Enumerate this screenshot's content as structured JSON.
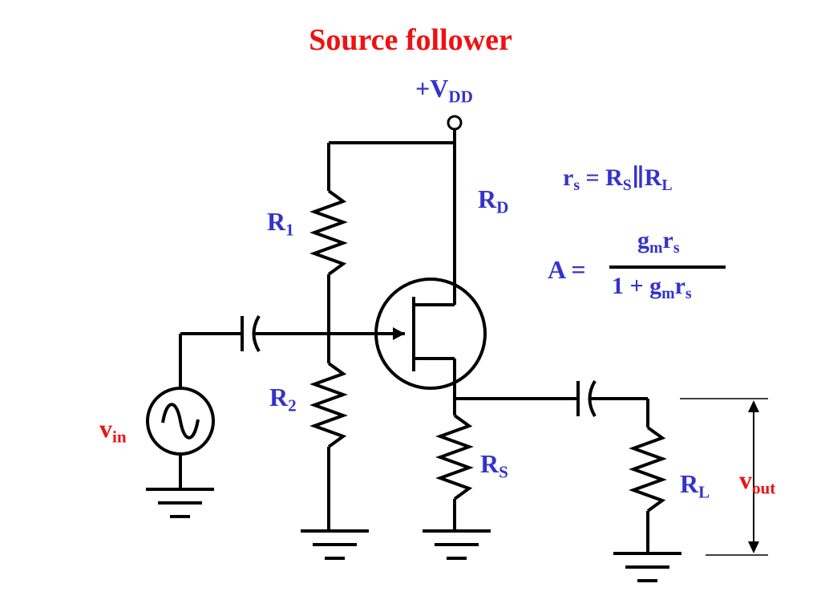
{
  "title": "Source follower",
  "colors": {
    "title": "#ee1111",
    "labels": "#3333cc",
    "vin_vout": "#ee1111",
    "wire": "#000000"
  },
  "supply": {
    "prefix": "+V",
    "sub": "DD"
  },
  "components": {
    "r1": {
      "main": "R",
      "sub": "1"
    },
    "r2": {
      "main": "R",
      "sub": "2"
    },
    "rd": {
      "main": "R",
      "sub": "D"
    },
    "rs": {
      "main": "R",
      "sub": "S"
    },
    "rl": {
      "main": "R",
      "sub": "L"
    }
  },
  "signals": {
    "vin": {
      "main": "v",
      "sub": "in"
    },
    "vout": {
      "main": "v",
      "sub": "out"
    }
  },
  "equations": {
    "rs_eq": {
      "r": "r",
      "r_sub": "s",
      "eq": " = R",
      "rs_sub": "S",
      "par": "∥",
      "rl": "R",
      "rl_sub": "L"
    },
    "gain": {
      "lhs": "A =",
      "num": {
        "g": "g",
        "g_sub": "m",
        "r": "r",
        "r_sub": "s"
      },
      "den": {
        "pre": "1 + g",
        "g_sub": "m",
        "r": "r",
        "r_sub": "s"
      }
    }
  },
  "icons": {
    "source": "ac-source-icon",
    "ground": "ground-icon",
    "capacitor": "capacitor-icon",
    "resistor": "resistor-icon",
    "transistor": "mosfet-icon"
  }
}
